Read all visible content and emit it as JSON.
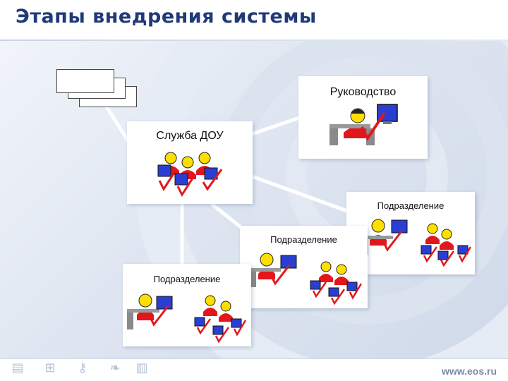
{
  "slide": {
    "title": "Этапы внедрения системы",
    "footer_url": "www.eos.ru"
  },
  "nodes": {
    "management": "Руководство",
    "dou_service": "Служба ДОУ",
    "department": "Подразделение"
  },
  "icons": [
    "document-icon",
    "structure-icon",
    "key-icon",
    "leaf-icon",
    "note-icon"
  ],
  "colors": {
    "title": "#203a78",
    "person": "#e3171b",
    "face": "#ffdf00",
    "monitor": "#2a3fd1",
    "check": "#e3171b",
    "desk": "#8a8a8a"
  }
}
